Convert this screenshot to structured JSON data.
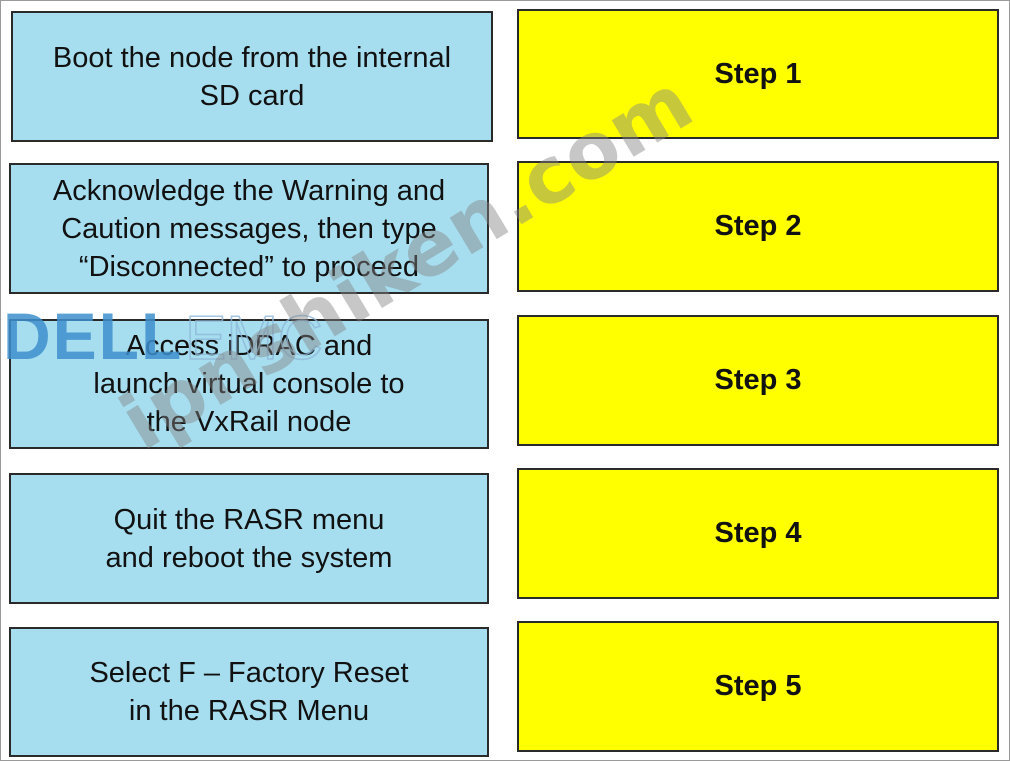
{
  "actions": [
    "Boot the node from the internal\nSD card",
    "Acknowledge the Warning and\nCaution messages, then type\n“Disconnected” to proceed",
    "Access iDRAC and\nlaunch virtual console to\nthe VxRail node",
    "Quit the RASR menu\nand reboot the system",
    "Select F – Factory Reset\nin the RASR Menu"
  ],
  "steps": [
    "Step 1",
    "Step 2",
    "Step 3",
    "Step 4",
    "Step 5"
  ],
  "logo": {
    "brand": "DELL",
    "sub": "EMC",
    "color": "#3d8fcc"
  },
  "watermark": "ipnshiken.com",
  "colors": {
    "action_fill": "#a6def0",
    "step_fill": "#ffff00",
    "border": "#2a2a2a"
  }
}
